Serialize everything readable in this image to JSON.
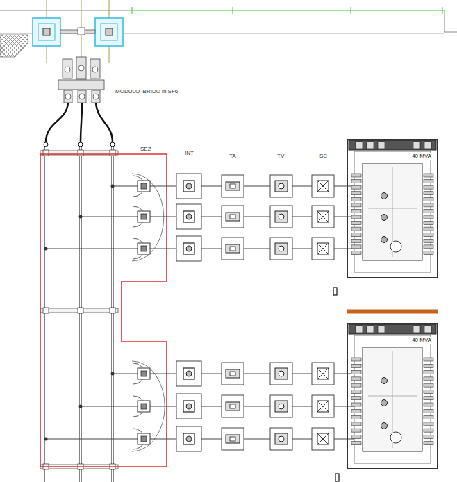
{
  "diagram": {
    "nodes": [
      {
        "text": [
          "40 MVA"
        ]
      },
      {
        "text": [
          "40 MVA"
        ]
      }
    ],
    "labels": [
      "MODULO IBRIDO in SF6",
      "SEZ",
      "INT",
      "TA",
      "TV",
      "SC"
    ]
  }
}
